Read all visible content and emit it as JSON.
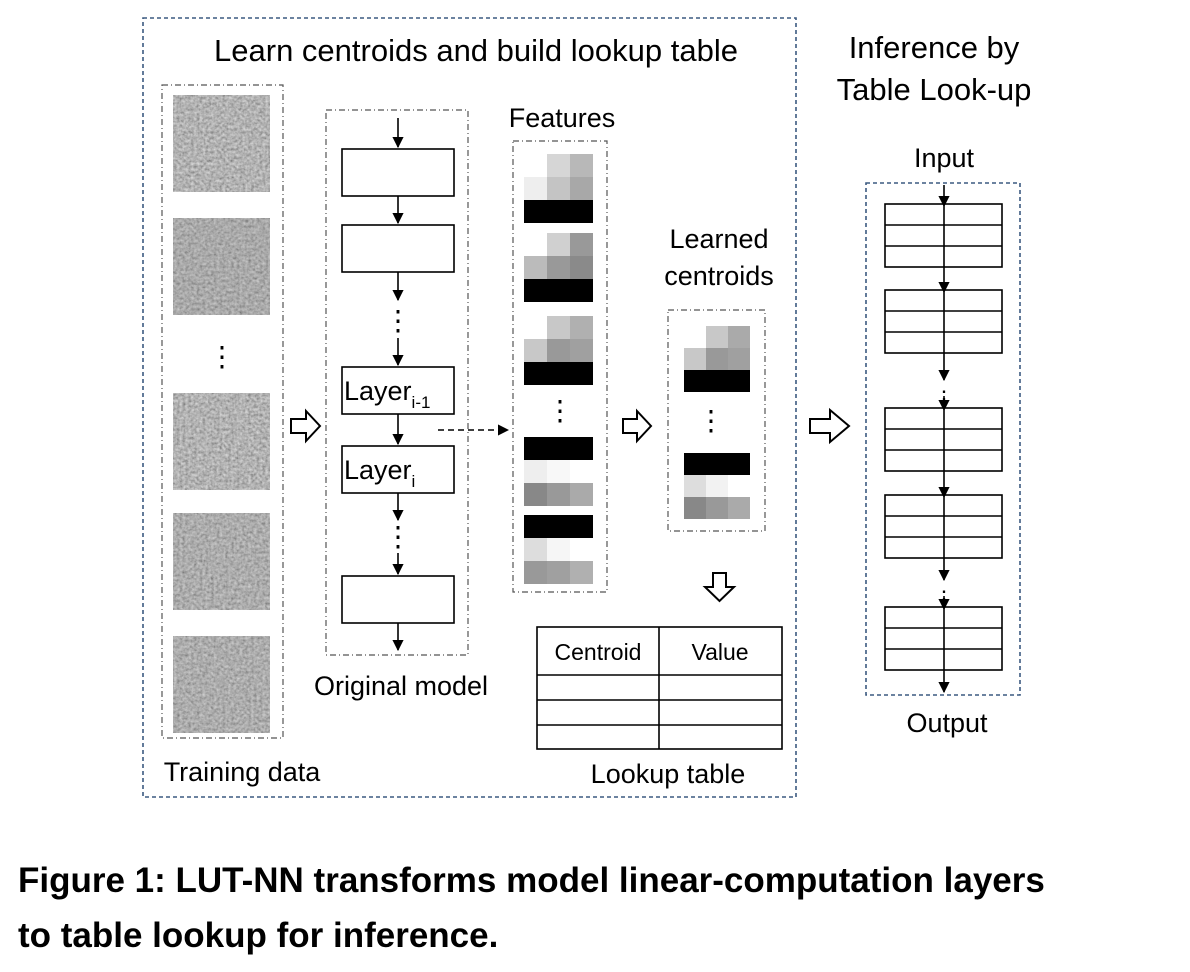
{
  "panel_title": "Learn centroids and build lookup table",
  "inference_title": [
    "Inference by",
    "Table Look-up"
  ],
  "training_data_label": "Training data",
  "original_model_label": "Original model",
  "layer_prev": {
    "base": "Layer",
    "sub": "i-1"
  },
  "layer_cur": {
    "base": "Layer",
    "sub": "i"
  },
  "features_label": "Features",
  "learned_centroids_label": [
    "Learned",
    "centroids"
  ],
  "lookup_table": {
    "label": "Lookup table",
    "headers": [
      "Centroid",
      "Value"
    ],
    "empty_rows": 3
  },
  "input_label": "Input",
  "output_label": "Output",
  "ellipsis": "⋮",
  "caption": [
    "Figure 1: LUT-NN transforms model linear-computation layers",
    "to table lookup for inference."
  ],
  "colors": {
    "panel_border": "#3c5a80",
    "line": "#000000",
    "dashdot": "#666666"
  },
  "icons": {
    "hollow_arrow": "hollow-right-arrow-icon",
    "hollow_down_arrow": "hollow-down-arrow-icon"
  }
}
